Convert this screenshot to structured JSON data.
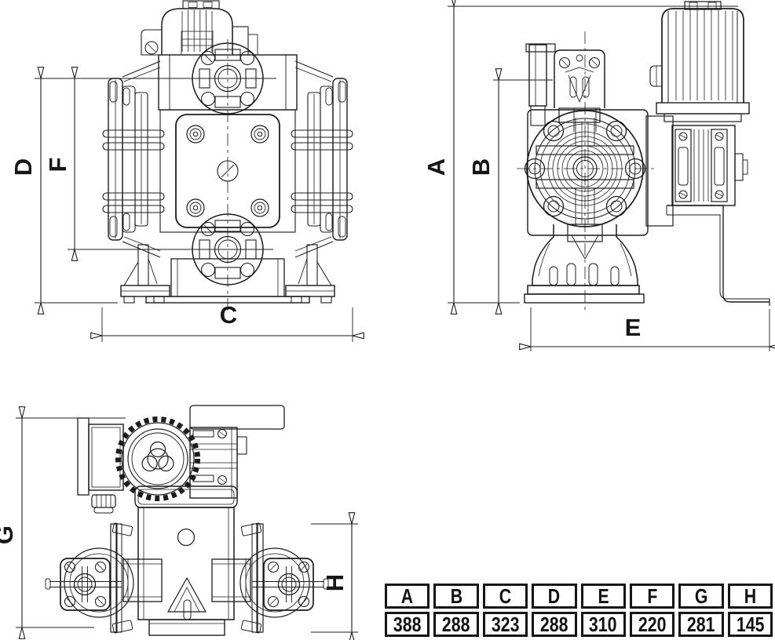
{
  "colors": {
    "line": "#1c1c1c",
    "background": "#ffffff",
    "table_border": "#151515",
    "text": "#161616"
  },
  "dimension_labels": {
    "A": "A",
    "B": "B",
    "C": "C",
    "D": "D",
    "E": "E",
    "F": "F",
    "G": "G",
    "H": "H"
  },
  "table": {
    "headers": [
      "A",
      "B",
      "C",
      "D",
      "E",
      "F",
      "G",
      "H"
    ],
    "values": [
      "388",
      "288",
      "323",
      "288",
      "310",
      "220",
      "281",
      "145"
    ]
  }
}
